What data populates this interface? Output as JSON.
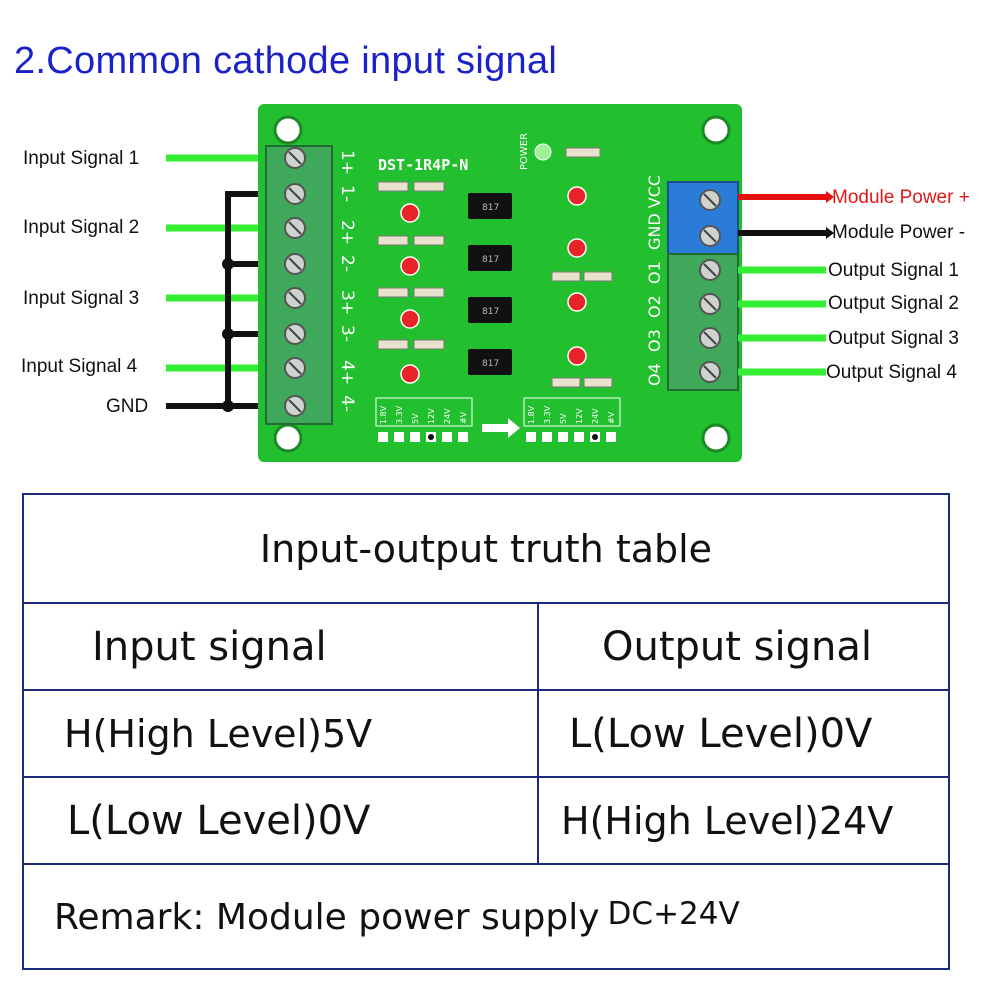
{
  "heading": "2.Common cathode input signal",
  "left_labels": [
    "Input Signal 1",
    "Input Signal 2",
    "Input Signal 3",
    "Input Signal 4",
    "GND"
  ],
  "right_labels": {
    "power_plus": "Module Power +",
    "power_minus": "Module Power -",
    "outputs": [
      "Output Signal 1",
      "Output Signal 2",
      "Output Signal 3",
      "Output Signal 4"
    ]
  },
  "board": {
    "model": "DST-1R4P-N",
    "power_led_label": "POWER",
    "input_pins": [
      "1+",
      "1-",
      "2+",
      "2-",
      "3+",
      "3-",
      "4+",
      "4-"
    ],
    "output_header": "GND VCC",
    "output_pins": [
      "O1",
      "O2",
      "O3",
      "O4"
    ],
    "voltage_options": [
      "1.8V",
      "3.3V",
      "5V",
      "12V",
      "24V",
      "#V"
    ],
    "optocoupler_text": "817"
  },
  "colors": {
    "heading": "#1a22c8",
    "pcb": "#22c02e",
    "signal_wire": "#33ee33",
    "gnd_wire": "#111111",
    "power_plus_wire": "#e51010",
    "terminal_green": "#3fa85a",
    "terminal_blue": "#2b7bd8",
    "table_border": "#1b2a7a",
    "led": "#e8242a"
  },
  "table": {
    "title": "Input-output truth table",
    "headers": [
      "Input signal",
      "Output signal"
    ],
    "rows": [
      [
        "H(High Level)5V",
        "L(Low Level)0V"
      ],
      [
        "L(Low Level)0V",
        "H(High Level)24V"
      ]
    ],
    "remark": "Remark: Module power supply",
    "remark_value": "DC+24V"
  }
}
